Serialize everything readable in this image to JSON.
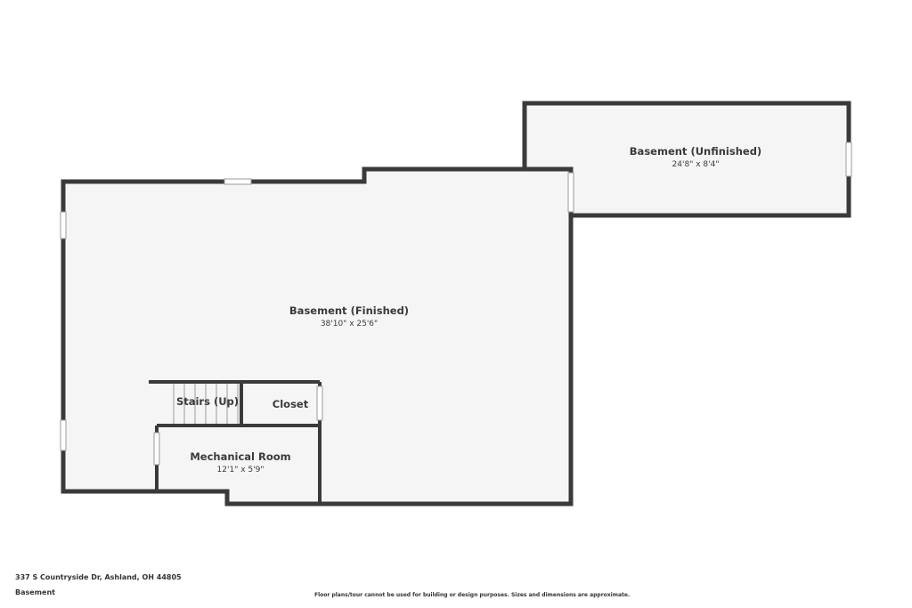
{
  "rooms": {
    "basement_finished": {
      "name": "Basement (Finished)",
      "dims": "38'10\" x 25'6\""
    },
    "basement_unfinished": {
      "name": "Basement (Unfinished)",
      "dims": "24'8\" x 8'4\""
    },
    "stairs": {
      "name": "Stairs (Up)"
    },
    "closet": {
      "name": "Closet"
    },
    "mechanical": {
      "name": "Mechanical Room",
      "dims": "12'1\" x 5'9\""
    }
  },
  "footer": {
    "address": "337 S Countryside Dr, Ashland, OH 44805",
    "floor_label": "Basement",
    "disclaimer": "Floor plans/tour cannot be used for building or design purposes. Sizes and dimensions are approximate."
  },
  "colors": {
    "wall": "#3a3a3a",
    "floor": "#f5f5f5",
    "window": "#ffffff"
  }
}
